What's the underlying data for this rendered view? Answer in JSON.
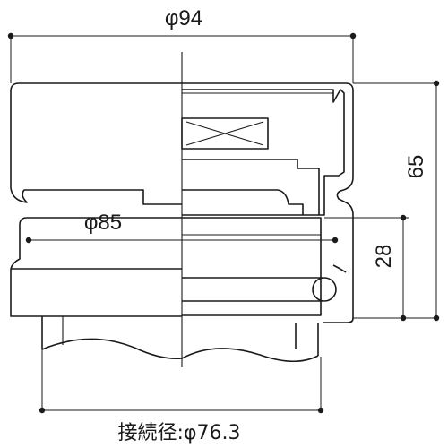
{
  "dimensions": {
    "top_diameter": "φ94",
    "middle_diameter": "φ85",
    "height_total": "65",
    "height_lower": "28"
  },
  "connection_label": "接続径:φ76.3"
}
